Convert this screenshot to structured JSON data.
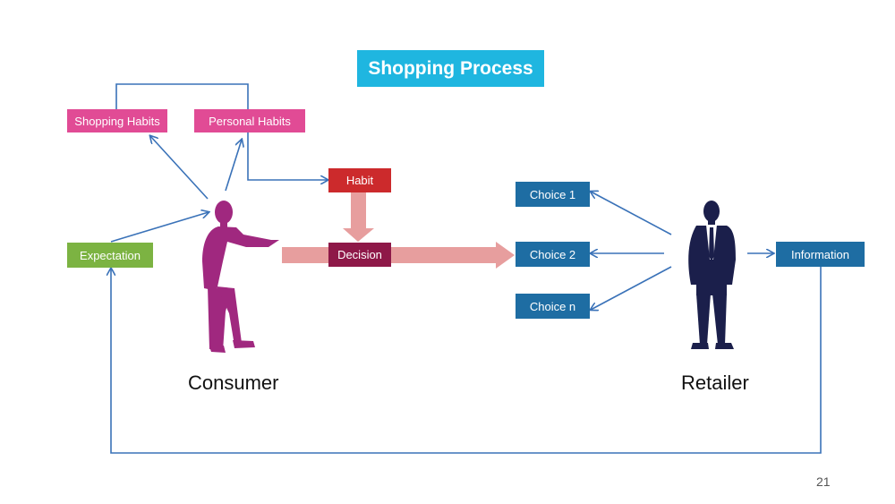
{
  "diagram": {
    "title": "Shopping Process",
    "nodes": {
      "shopping_habits": "Shopping Habits",
      "personal_habits": "Personal Habits",
      "habit": "Habit",
      "expectation": "Expectation",
      "decision": "Decision",
      "choice_1": "Choice 1",
      "choice_2": "Choice 2",
      "choice_n": "Choice n",
      "information": "Information"
    },
    "actors": {
      "consumer": "Consumer",
      "retailer": "Retailer"
    },
    "edges": [
      {
        "from": "Consumer",
        "to": "Shopping Habits"
      },
      {
        "from": "Consumer",
        "to": "Personal Habits"
      },
      {
        "from": "Shopping Habits",
        "to": "Personal Habits"
      },
      {
        "from": "Personal Habits",
        "to": "Habit"
      },
      {
        "from": "Habit",
        "to": "Decision"
      },
      {
        "from": "Expectation",
        "to": "Consumer"
      },
      {
        "from": "Decision",
        "to": "Choice 2"
      },
      {
        "from": "Retailer",
        "to": "Choice 1"
      },
      {
        "from": "Retailer",
        "to": "Choice 2"
      },
      {
        "from": "Retailer",
        "to": "Choice n"
      },
      {
        "from": "Retailer",
        "to": "Information"
      },
      {
        "from": "Information",
        "to": "Expectation"
      }
    ],
    "colors": {
      "title": "#1fb6e0",
      "habit_boxes": "#e14b95",
      "expectation": "#7cb342",
      "habit": "#cc2a2c",
      "decision": "#8e1848",
      "choices": "#1e6da3",
      "consumer": "#a0287f",
      "retailer": "#1b1f4b",
      "connectors": "#3a72b8",
      "flow_arrow": "#e79e9e"
    }
  },
  "footer": {
    "page_number": "21"
  }
}
